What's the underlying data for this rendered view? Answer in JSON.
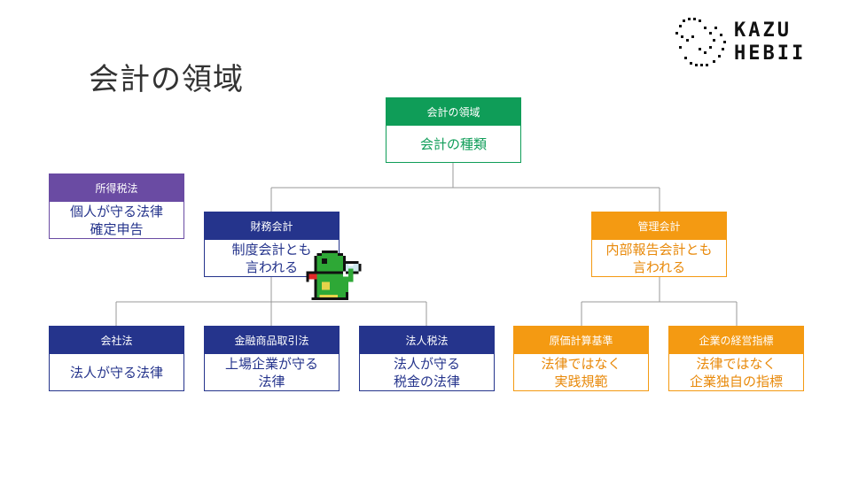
{
  "page": {
    "title": "会計の領域"
  },
  "logo": {
    "line1": "KAZU",
    "line2": "HEBII"
  },
  "colors": {
    "green": "#0f9d58",
    "purple": "#6a4ba3",
    "navy": "#25348c",
    "orange": "#f49a12",
    "line": "#999999"
  },
  "nodes": {
    "root": {
      "header": "会計の領域",
      "body": "会計の種類"
    },
    "income_tax": {
      "header": "所得税法",
      "body": "個人が守る法律\n確定申告"
    },
    "financial": {
      "header": "財務会計",
      "body": "制度会計とも\n言われる"
    },
    "managerial": {
      "header": "管理会計",
      "body": "内部報告会計とも\n言われる"
    },
    "company_law": {
      "header": "会社法",
      "body": "法人が守る法律"
    },
    "fiea": {
      "header": "金融商品取引法",
      "body": "上場企業が守る\n法律"
    },
    "corp_tax": {
      "header": "法人税法",
      "body": "法人が守る\n税金の法律"
    },
    "cost_std": {
      "header": "原価計算基準",
      "body": "法律ではなく\n実践規範"
    },
    "mgmt_index": {
      "header": "企業の経営指標",
      "body": "法律ではなく\n企業独自の指標"
    }
  }
}
